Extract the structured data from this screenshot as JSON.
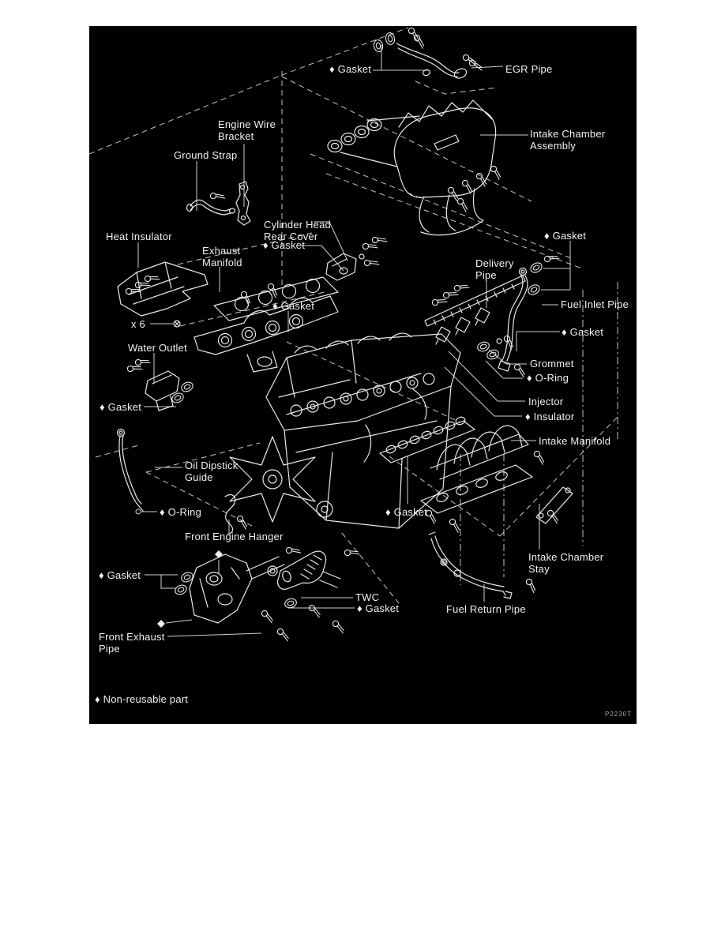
{
  "figure": {
    "type": "exploded-parts-diagram",
    "background_color": "#000000",
    "line_color": "#e9e9e9",
    "text_color": "#f0f0f0"
  },
  "labels": [
    {
      "id": "gasket-egr",
      "text": "♦ Gasket"
    },
    {
      "id": "egr-pipe",
      "text": "EGR Pipe"
    },
    {
      "id": "intake-chamber-assembly",
      "text": "Intake Chamber\nAssembly"
    },
    {
      "id": "engine-wire-bracket",
      "text": "Engine Wire\nBracket"
    },
    {
      "id": "ground-strap",
      "text": "Ground Strap"
    },
    {
      "id": "heat-insulator",
      "text": "Heat Insulator"
    },
    {
      "id": "cylinder-head-rear-cover",
      "text": "Cylinder Head\nRear Cover"
    },
    {
      "id": "exhaust-manifold",
      "text": "Exhaust\nManifold"
    },
    {
      "id": "gasket-rear-cover",
      "text": "♦ Gasket"
    },
    {
      "id": "gasket-right-top",
      "text": "♦ Gasket"
    },
    {
      "id": "delivery-pipe",
      "text": "Delivery\nPipe"
    },
    {
      "id": "gasket-exhaust",
      "text": "♦ Gasket"
    },
    {
      "id": "x6",
      "text": "x 6"
    },
    {
      "id": "fuel-inlet-pipe",
      "text": "Fuel Inlet Pipe"
    },
    {
      "id": "gasket-fuel-inlet",
      "text": "♦ Gasket"
    },
    {
      "id": "water-outlet",
      "text": "Water Outlet"
    },
    {
      "id": "grommet",
      "text": "Grommet"
    },
    {
      "id": "o-ring-right",
      "text": "♦ O-Ring"
    },
    {
      "id": "gasket-water-outlet",
      "text": "♦ Gasket"
    },
    {
      "id": "injector",
      "text": "Injector"
    },
    {
      "id": "insulator",
      "text": "♦ Insulator"
    },
    {
      "id": "intake-manifold",
      "text": "Intake Manifold"
    },
    {
      "id": "oil-dipstick-guide",
      "text": "Oil Dipstick\nGuide"
    },
    {
      "id": "o-ring-left",
      "text": "♦ O-Ring"
    },
    {
      "id": "gasket-center",
      "text": "♦ Gasket"
    },
    {
      "id": "front-engine-hanger",
      "text": "Front Engine Hanger"
    },
    {
      "id": "gasket-front-pipe",
      "text": "♦ Gasket"
    },
    {
      "id": "twc",
      "text": "TWC"
    },
    {
      "id": "gasket-twc",
      "text": "♦ Gasket"
    },
    {
      "id": "fuel-return-pipe",
      "text": "Fuel Return Pipe"
    },
    {
      "id": "intake-chamber-stay",
      "text": "Intake Chamber\nStay"
    },
    {
      "id": "front-exhaust-pipe",
      "text": "Front Exhaust\nPipe"
    },
    {
      "id": "non-reusable-legend",
      "text": "♦ Non-reusable part"
    },
    {
      "id": "figure-code",
      "text": "P2230T"
    }
  ]
}
